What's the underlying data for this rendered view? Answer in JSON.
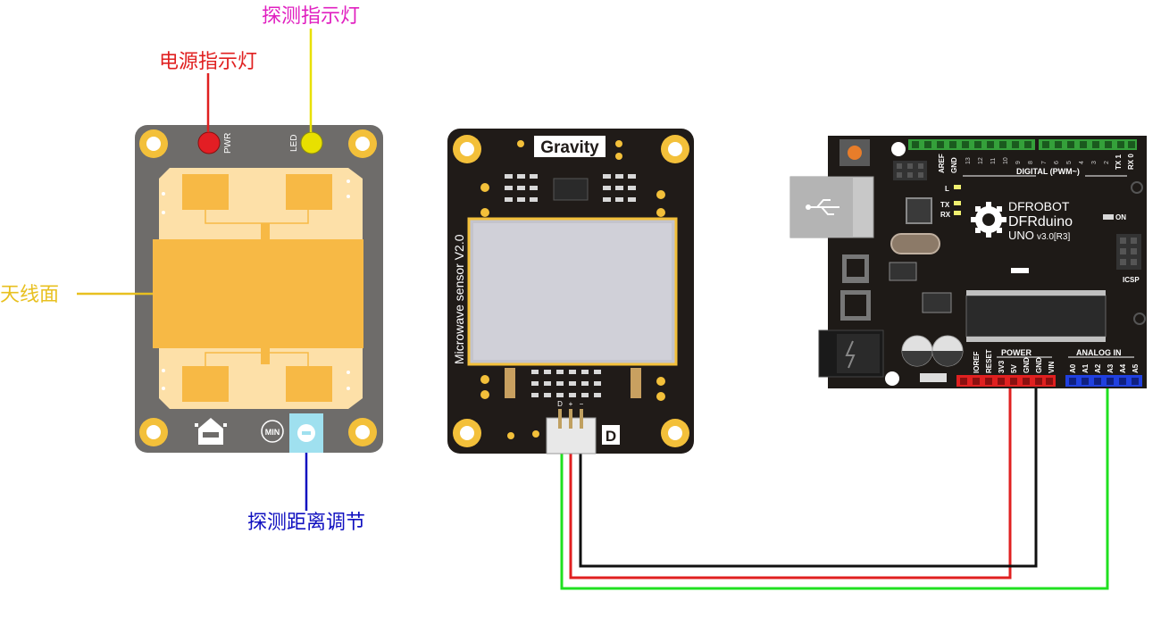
{
  "callouts": {
    "detect_led": "探测指示灯",
    "power_led": "电源指示灯",
    "antenna": "天线面",
    "distance_adjust": "探测距离调节"
  },
  "sensor_board": {
    "pwr_label": "PWR",
    "led_label": "LED",
    "min_label": "MIN"
  },
  "gravity_module": {
    "brand": "Gravity",
    "name": "Microwave sensor V2.0",
    "pin_labels": [
      "D",
      "+",
      "−"
    ],
    "type_badge": "D"
  },
  "arduino": {
    "brand": "DFROBOT",
    "model": "DFRduino",
    "version_uno": "UNO",
    "version_suffix": "v3.0[R3]",
    "aref": "AREF",
    "gnd": "GND",
    "digital_pins": [
      "13",
      "12",
      "11",
      "10",
      "9",
      "8",
      "7",
      "6",
      "5",
      "4",
      "3",
      "2"
    ],
    "tx_pin": "TX 1",
    "rx_pin": "RX 0",
    "digital_label": "DIGITAL (PWM~)",
    "led_l": "L",
    "led_tx": "TX",
    "led_rx": "RX",
    "on_label": "ON",
    "icsp_label": "ICSP",
    "power_header_label": "POWER",
    "power_pins": [
      "IOREF",
      "RESET",
      "3V3",
      "5V",
      "GND",
      "GND",
      "VIN"
    ],
    "analog_label": "ANALOG IN",
    "analog_pins": [
      "A0",
      "A1",
      "A2",
      "A3",
      "A4",
      "A5"
    ]
  },
  "colors": {
    "detect_led_callout": "#e020c0",
    "power_led_callout": "#e02020",
    "antenna_callout": "#e8c020",
    "distance_callout": "#1010c0",
    "wire_signal": "#20e020",
    "wire_vcc": "#e02020",
    "wire_gnd": "#101010"
  }
}
